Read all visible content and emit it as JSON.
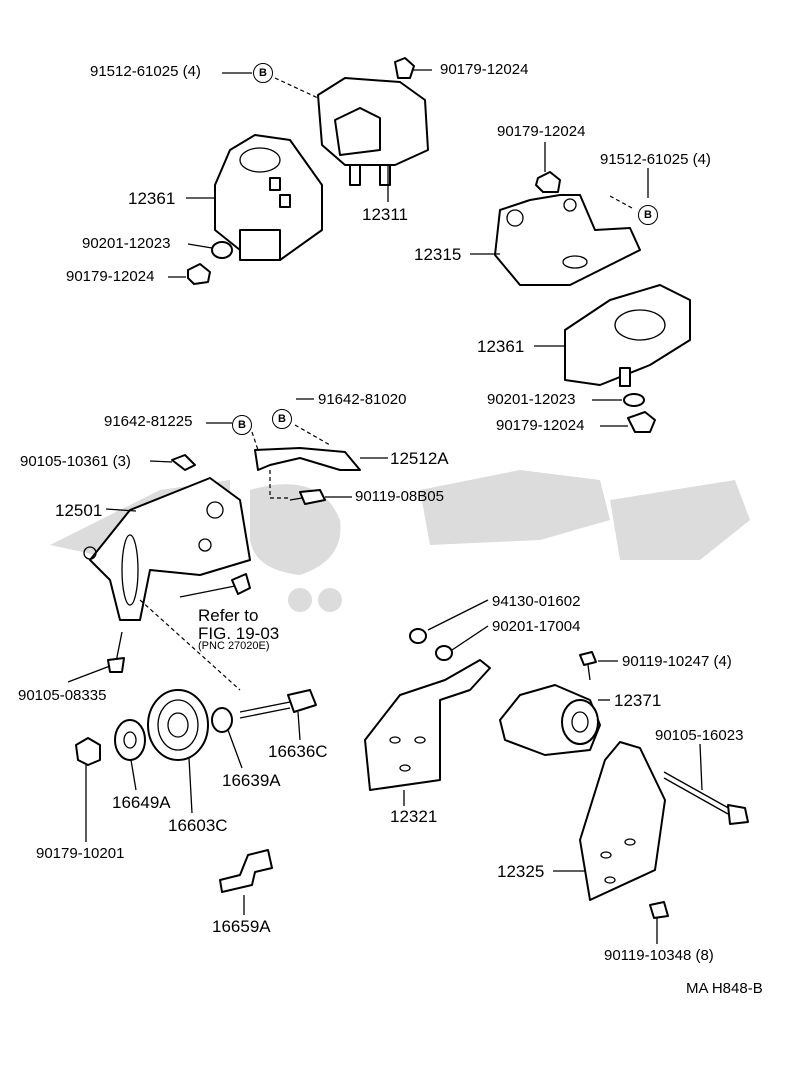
{
  "labels": {
    "l1": "91512-61025 (4)",
    "l2": "90179-12024",
    "l3": "90179-12024",
    "l4": "91512-61025 (4)",
    "l5": "12361",
    "l6": "12311",
    "l7": "90201-12023",
    "l8": "90179-12024",
    "l9": "12315",
    "l10": "12361",
    "l11": "90201-12023",
    "l12": "90179-12024",
    "l13": "91642-81020",
    "l14": "91642-81225",
    "l15": "12512A",
    "l16": "90105-10361 (3)",
    "l17": "90119-08B05",
    "l18": "12501",
    "l19": "Refer to",
    "l20": "FIG. 19-03",
    "l21": "(PNC 27020E)",
    "l22": "94130-01602",
    "l23": "90201-17004",
    "l24": "90105-08335",
    "l25": "90119-10247 (4)",
    "l26": "12371",
    "l27": "16636C",
    "l28": "16639A",
    "l29": "16649A",
    "l30": "16603C",
    "l31": "90105-16023",
    "l32": "12321",
    "l33": "90179-10201",
    "l34": "12325",
    "l35": "16659A",
    "l36": "90119-10348 (8)",
    "l37": "MA H848-B"
  },
  "markers": {
    "b": "B"
  }
}
